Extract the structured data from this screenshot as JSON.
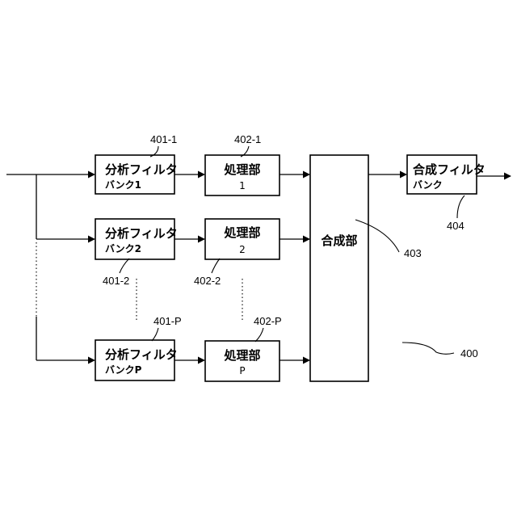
{
  "blocks": {
    "analysis_1": {
      "line1": "分析フィルタ",
      "line2": "バンク1"
    },
    "analysis_2": {
      "line1": "分析フィルタ",
      "line2": "バンク2"
    },
    "analysis_p": {
      "line1": "分析フィルタ",
      "line2": "バンクP"
    },
    "proc_1": {
      "title": "処理部",
      "index": "1"
    },
    "proc_2": {
      "title": "処理部",
      "index": "2"
    },
    "proc_p": {
      "title": "処理部",
      "index": "P"
    },
    "synthesis": {
      "title": "合成部"
    },
    "synth_filter": {
      "line1": "合成フィルタ",
      "line2": "バンク"
    }
  },
  "refs": {
    "r401_1": "401-1",
    "r402_1": "402-1",
    "r401_2": "401-2",
    "r402_2": "402-2",
    "r401_p": "401-P",
    "r402_p": "402-P",
    "r403": "403",
    "r404": "404",
    "r400": "400"
  }
}
